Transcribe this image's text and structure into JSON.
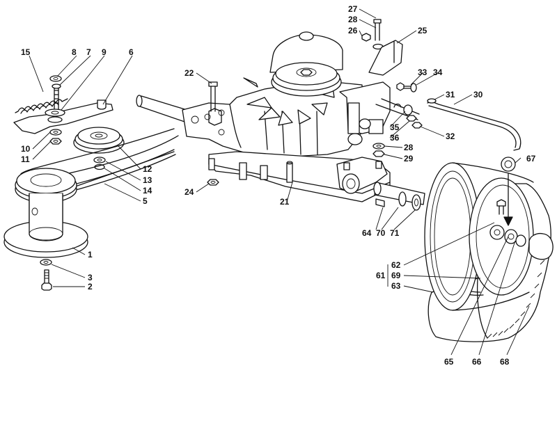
{
  "labels": {
    "p1": "1",
    "p2": "2",
    "p3": "3",
    "p5": "5",
    "p6": "6",
    "p7": "7",
    "p8": "8",
    "p9": "9",
    "p10": "10",
    "p11": "11",
    "p12": "12",
    "p13": "13",
    "p14": "14",
    "p15": "15",
    "p21": "21",
    "p22": "22",
    "p24": "24",
    "p25": "25",
    "p26": "26",
    "p27": "27",
    "p28a": "28",
    "p28b": "28",
    "p29": "29",
    "p30": "30",
    "p31": "31",
    "p32": "32",
    "p33": "33",
    "p34": "34",
    "p35": "35",
    "p36": "36",
    "p61": "61",
    "p62": "62",
    "p63": "63",
    "p64": "64",
    "p65": "65",
    "p66": "66",
    "p67": "67",
    "p68": "68",
    "p69": "69",
    "p70": "70",
    "p71": "71"
  }
}
